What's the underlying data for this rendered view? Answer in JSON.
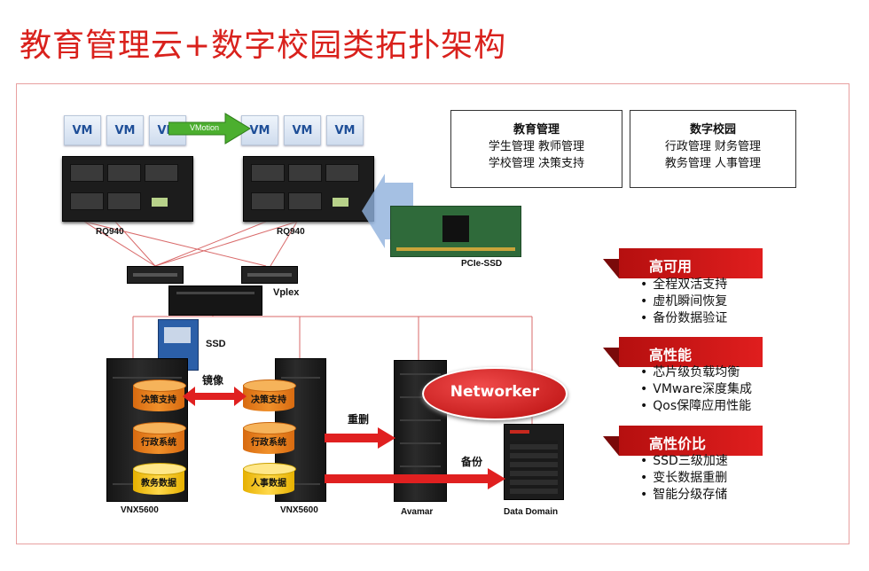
{
  "title": "教育管理云+数字校园类拓扑架构",
  "vm_label": "VM",
  "vmotion_label": "VMotion",
  "servers": [
    "RQ940",
    "RQ940"
  ],
  "pcie_label": "PCIe-SSD",
  "vplex_label": "Vplex",
  "ssd_label": "SSD",
  "mirror_label": "镜像",
  "dedup_label": "重删",
  "backup_label": "备份",
  "networker_label": "Networker",
  "storage": [
    {
      "name": "VNX5600",
      "disks": [
        "决策支持",
        "行政系统",
        "教务数据"
      ]
    },
    {
      "name": "VNX5600",
      "disks": [
        "决策支持",
        "行政系统",
        "人事数据"
      ]
    }
  ],
  "avamar_label": "Avamar",
  "datadomain_label": "Data Domain",
  "edu_box": {
    "heading": "教育管理",
    "line1": "学生管理  教师管理",
    "line2": "学校管理  决策支持"
  },
  "campus_box": {
    "heading": "数字校园",
    "line1": "行政管理  财务管理",
    "line2": "教务管理  人事管理"
  },
  "features": [
    {
      "title": "高可用",
      "items": [
        "全程双活支持",
        "虚机瞬间恢复",
        "备份数据验证"
      ]
    },
    {
      "title": "高性能",
      "items": [
        "芯片级负载均衡",
        "VMware深度集成",
        "Qos保障应用性能"
      ]
    },
    {
      "title": "高性价比",
      "items": [
        "SSD三级加速",
        "变长数据重删",
        "智能分级存储"
      ]
    }
  ],
  "colors": {
    "accent": "#d9211c",
    "green_arrow": "#4caf2f",
    "blue_arrow": "#2f6fb8"
  }
}
